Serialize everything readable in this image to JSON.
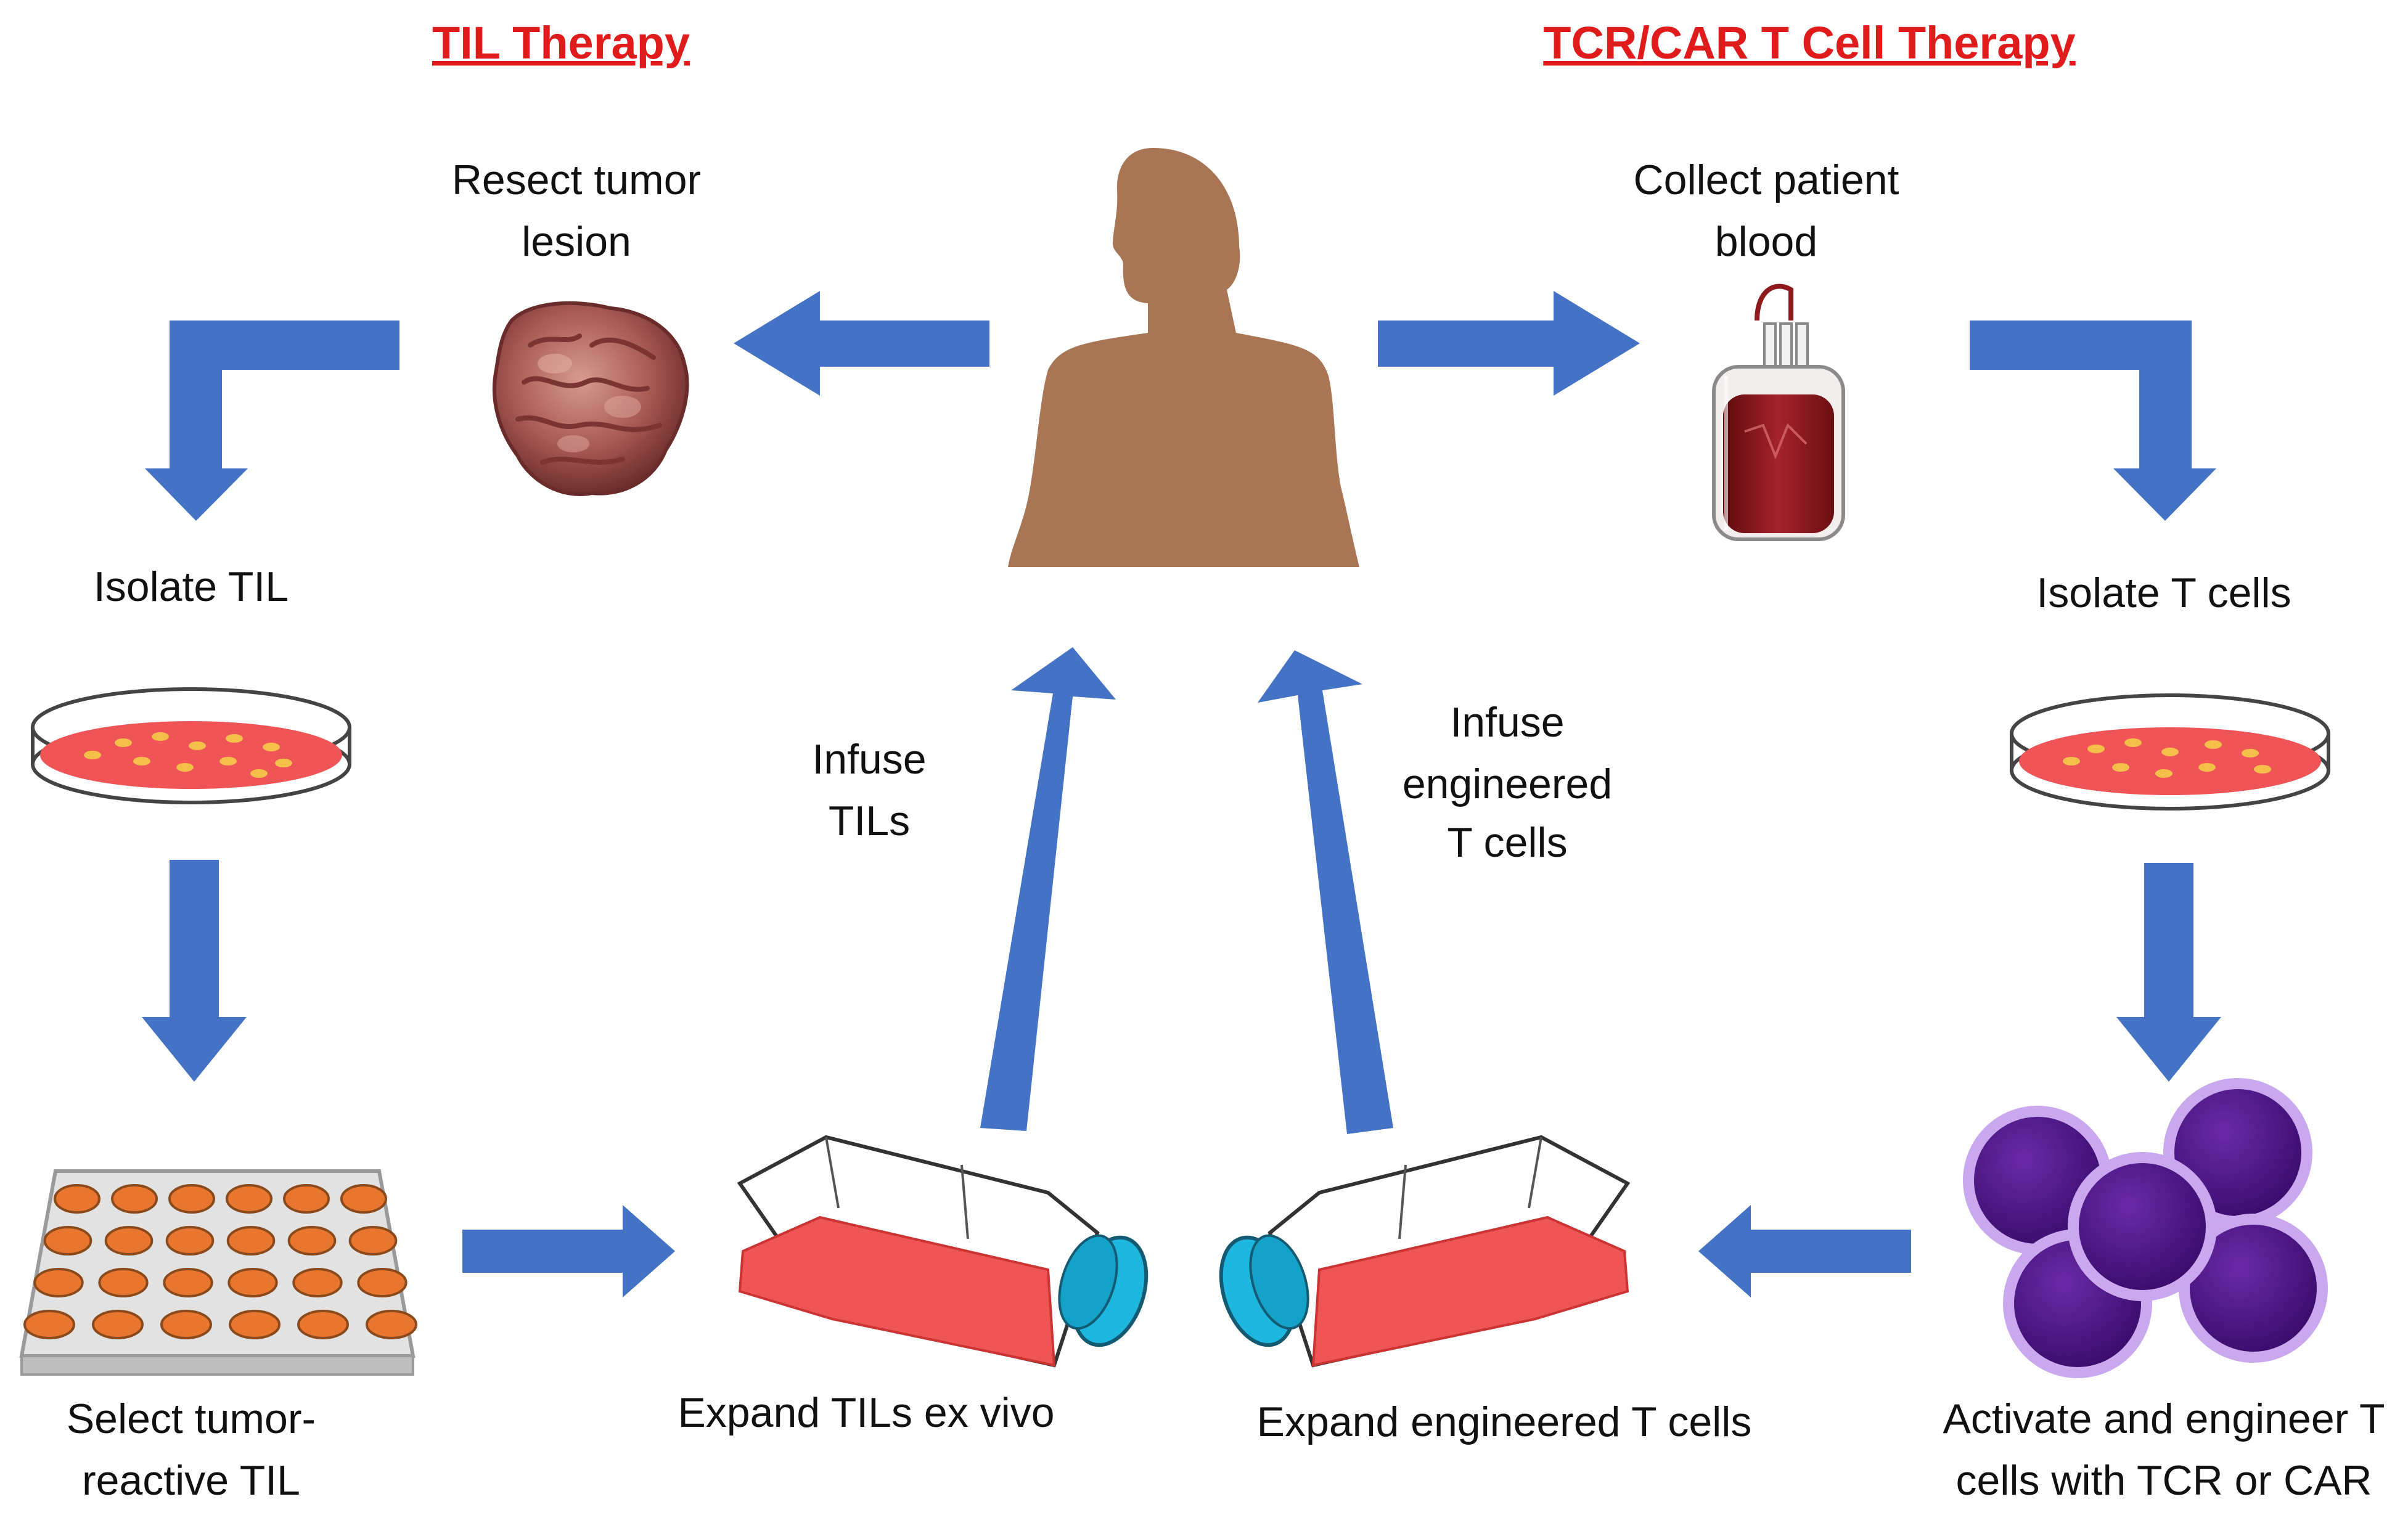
{
  "headings": {
    "left": "TIL Therapy",
    "right": "TCR/CAR T Cell Therapy"
  },
  "labels": {
    "resect_1": "Resect tumor",
    "resect_2": "lesion",
    "collect_1": "Collect patient",
    "collect_2": "blood",
    "isolate_til": "Isolate TIL",
    "isolate_t": "Isolate T cells",
    "infuse_tils_1": "Infuse",
    "infuse_tils_2": "TILs",
    "infuse_eng_1": "Infuse",
    "infuse_eng_2": "engineered",
    "infuse_eng_3": "T cells",
    "select_1": "Select tumor-",
    "select_2": "reactive TIL",
    "expand_tils": "Expand TILs ex vivo",
    "expand_eng": "Expand engineered T cells",
    "activate_1": "Activate and engineer T",
    "activate_2": "cells with TCR or CAR"
  },
  "colors": {
    "arrow": "#4472c4",
    "heading": "#e01b1b",
    "human": "#a87654",
    "medium": "#ef5457",
    "cap": "#1cb6de",
    "cell": "#4a1580",
    "blood": "#8e1a1d",
    "tumor": "#b06060",
    "well": "#e8762f"
  }
}
